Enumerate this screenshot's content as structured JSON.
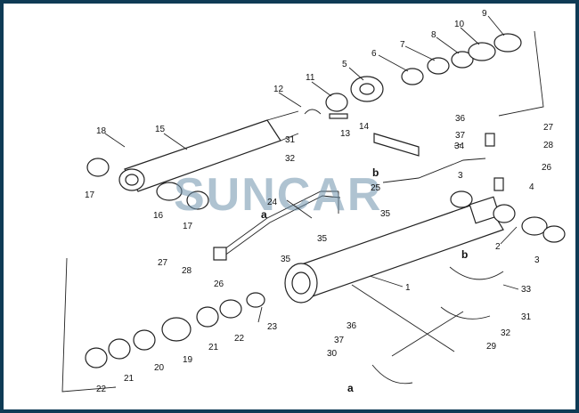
{
  "watermark": {
    "text": "SUNCAR"
  },
  "callouts": {
    "n1": "1",
    "n2": "2",
    "n3a": "3",
    "n3b": "3",
    "n4": "4",
    "n5": "5",
    "n6": "6",
    "n7": "7",
    "n8": "8",
    "n9": "9",
    "n10": "10",
    "n11": "11",
    "n12": "12",
    "n13": "13",
    "n14": "14",
    "n15": "15",
    "n16": "16",
    "n17a": "17",
    "n17b": "17",
    "n18": "18",
    "n19": "19",
    "n20": "20",
    "n21a": "21",
    "n21b": "21",
    "n22a": "22",
    "n22b": "22",
    "n23": "23",
    "n24": "24",
    "n25": "25",
    "n26a": "26",
    "n26b": "26",
    "n27a": "27",
    "n27b": "27",
    "n28a": "28",
    "n28b": "28",
    "n29": "29",
    "n30": "30",
    "n31a": "31",
    "n31b": "31",
    "n32a": "32",
    "n32b": "32",
    "n33": "33",
    "n34": "34",
    "n35a": "35",
    "n35b": "35",
    "n35c": "35",
    "n36a": "36",
    "n36b": "36",
    "n37a": "37",
    "n37b": "37"
  },
  "refs": {
    "a1": "a",
    "a2": "a",
    "b1": "b",
    "b2": "b"
  },
  "colors": {
    "frame": "#0f3b55",
    "watermark": "#6f93ad",
    "ink": "#222222"
  }
}
